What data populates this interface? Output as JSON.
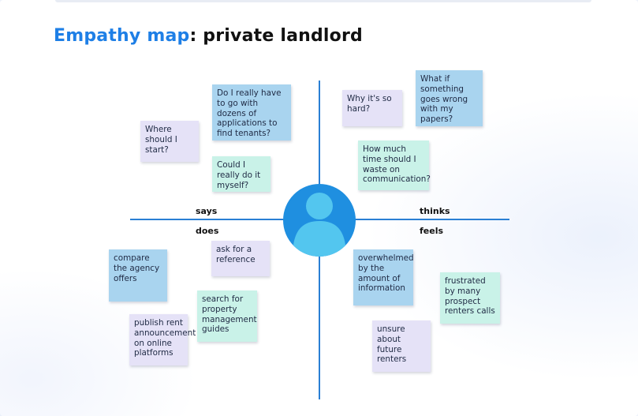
{
  "title": {
    "accent": "Empathy map",
    "rest": ": private landlord"
  },
  "quadrants": {
    "says": "says",
    "thinks": "thinks",
    "does": "does",
    "feels": "feels"
  },
  "colors": {
    "title_accent": "#1e7fe6",
    "axis": "#2a7fd4",
    "avatar": "#1f8fe0",
    "note_lavender": "#e5e2f7",
    "note_blue": "#a9d4ef",
    "note_mint": "#c9f2e8"
  },
  "notes": {
    "says": [
      "Do I really have to go with dozens of applications to find tenants?",
      "Where should I start?",
      "Could I really do it myself?"
    ],
    "thinks": [
      "Why it's so hard?",
      "What if something goes wrong with my papers?",
      "How much time should I waste on communication?"
    ],
    "does": [
      "ask for a reference",
      "compare the agency offers",
      "search for property management guides",
      "publish rent announcement on online platforms"
    ],
    "feels": [
      "overwhelmed by the amount of information",
      "frustrated by many prospect renters calls",
      "unsure about future renters"
    ]
  },
  "avatar_icon": "user-avatar-icon"
}
